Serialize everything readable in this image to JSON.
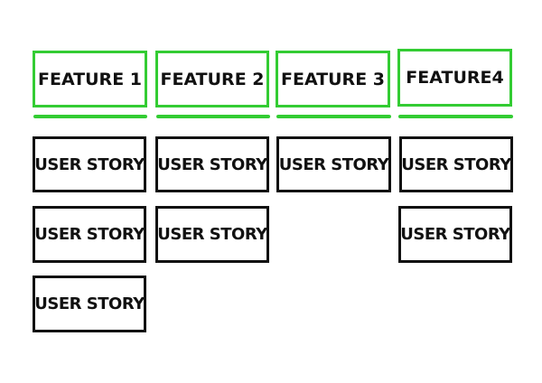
{
  "features": [
    {
      "label": "FEATURE 1"
    },
    {
      "label": "FEATURE 2"
    },
    {
      "label": "FEATURE 3"
    },
    {
      "label": "FEATURE4"
    }
  ],
  "stories": [
    [
      "USER STORY",
      "USER STORY",
      "USER STORY"
    ],
    [
      "USER STORY",
      "USER STORY"
    ],
    [
      "USER STORY"
    ],
    [
      "USER STORY",
      "USER STORY"
    ]
  ],
  "colors": {
    "feature_border": "#33cc33",
    "story_border": "#111111",
    "text": "#111111"
  }
}
